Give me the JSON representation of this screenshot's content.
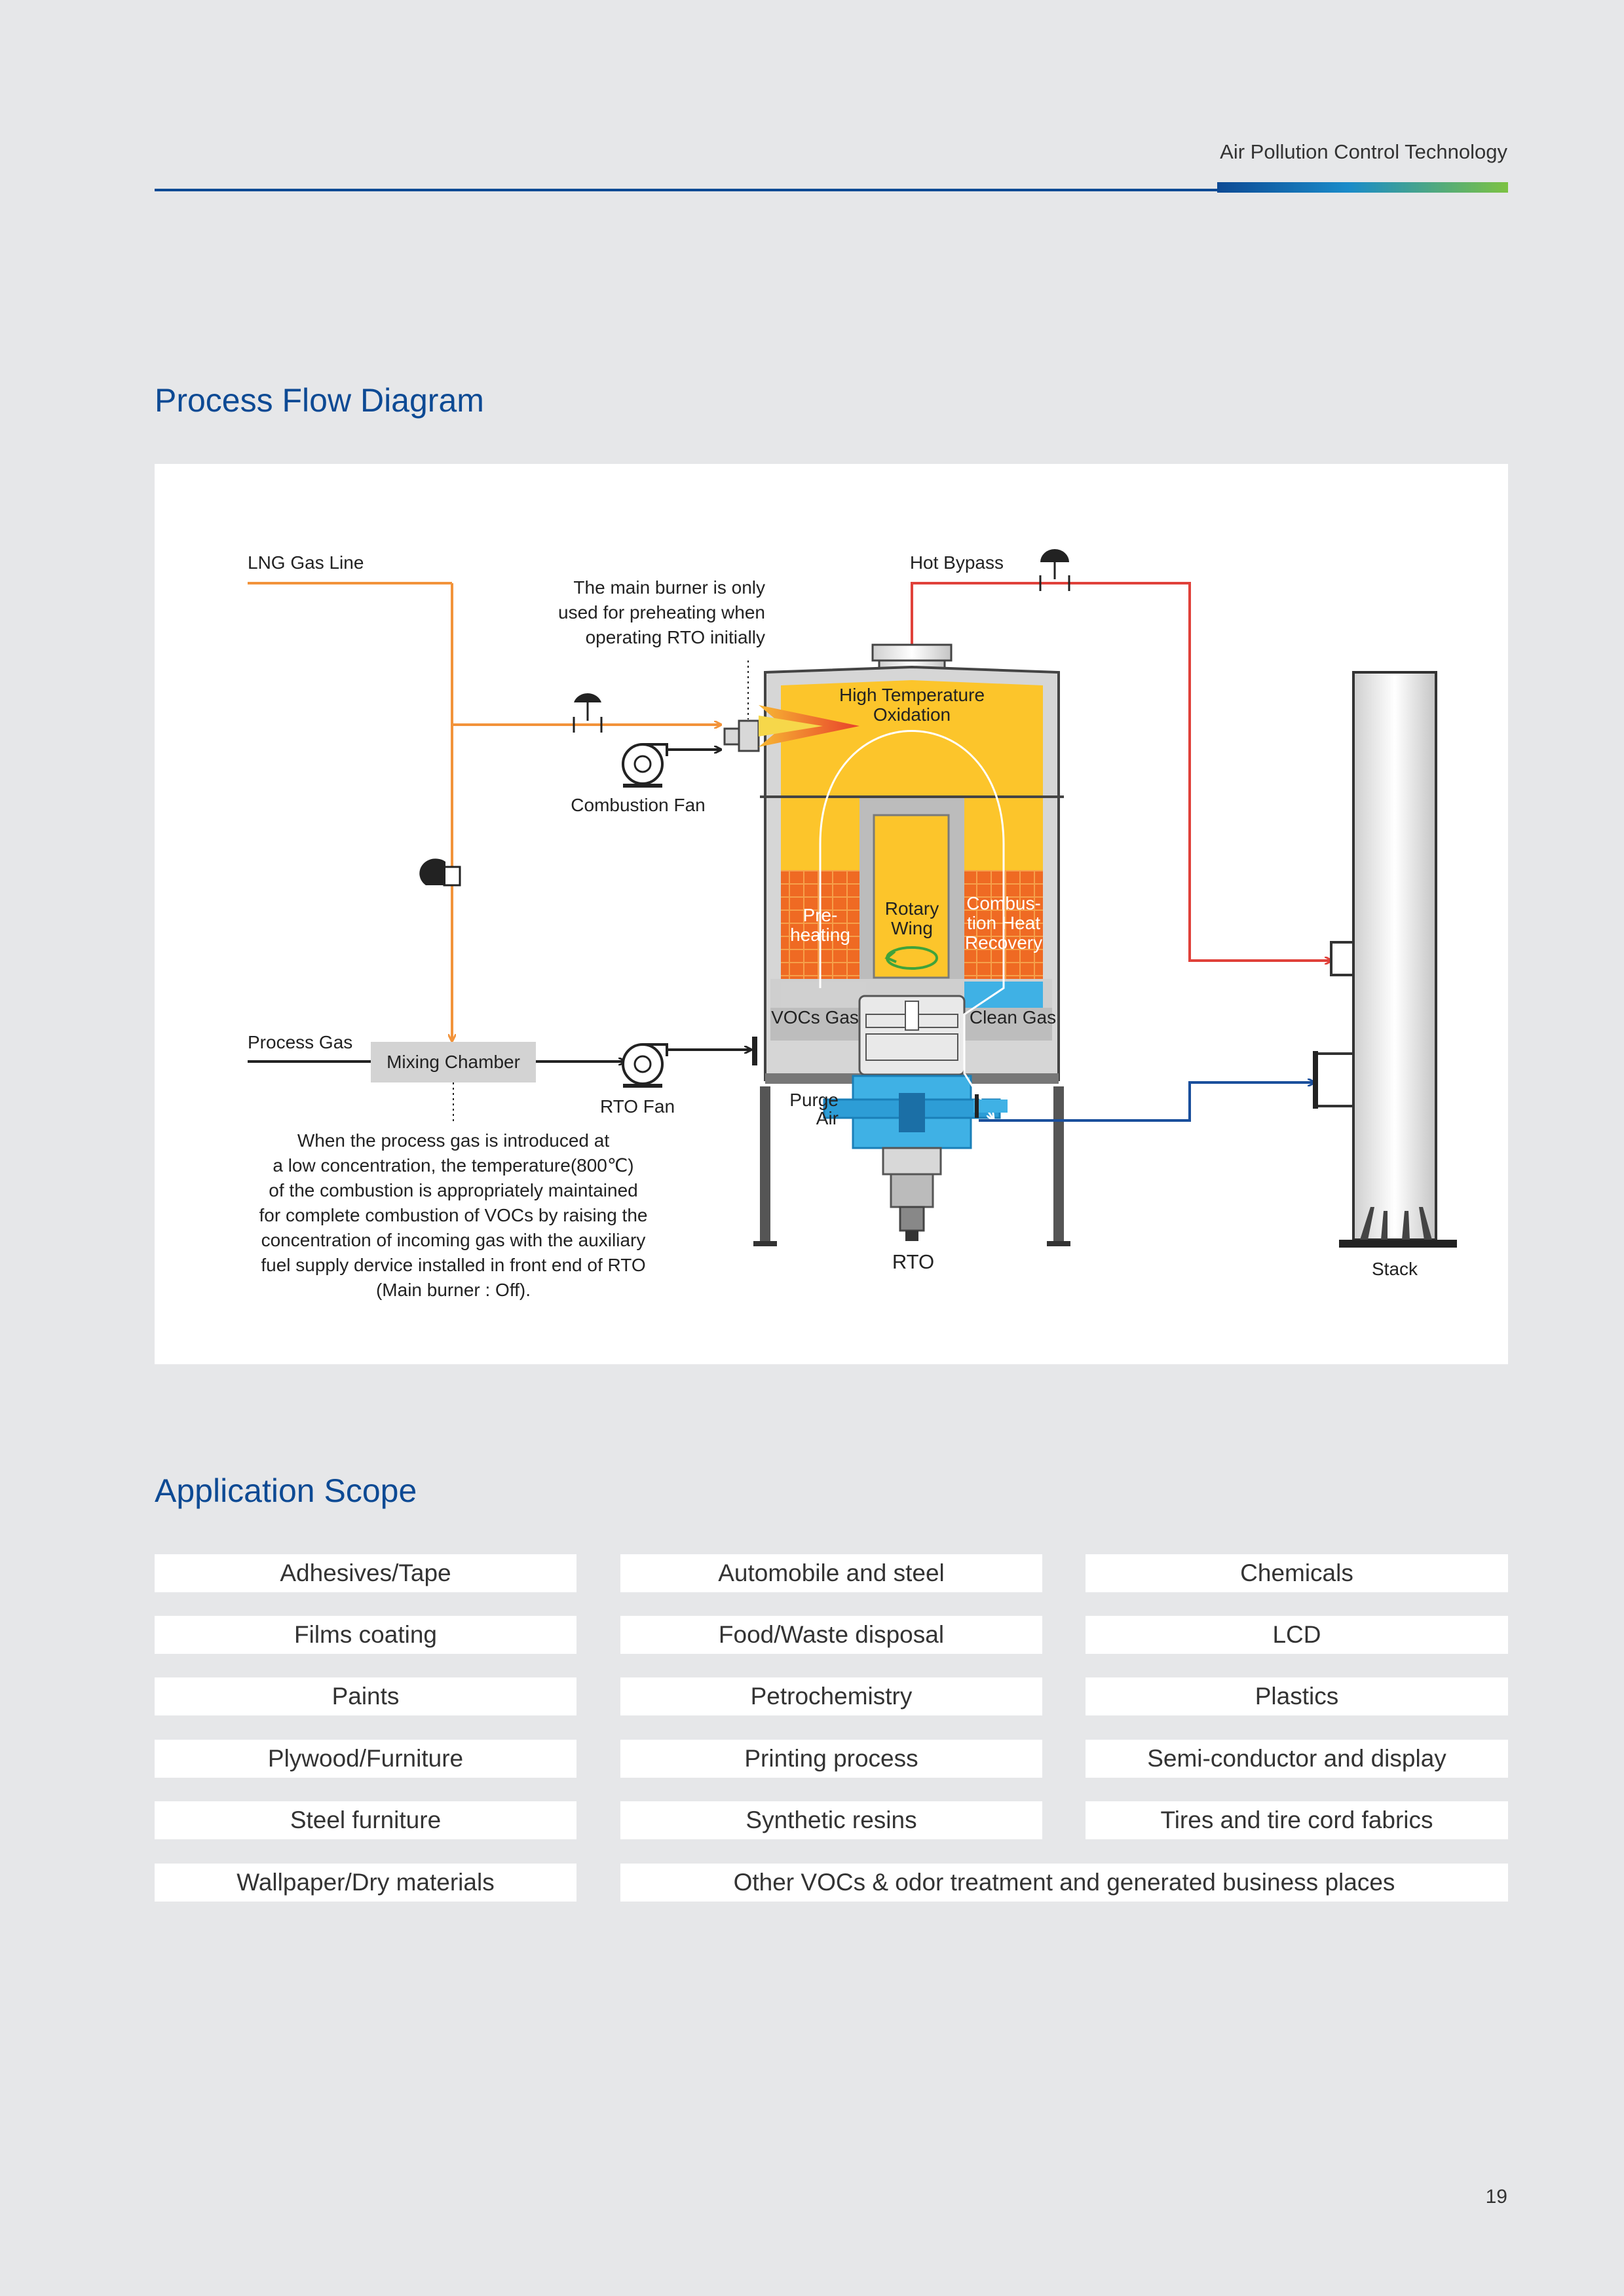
{
  "header": {
    "section": "Air Pollution Control Technology"
  },
  "process_flow": {
    "title": "Process Flow Diagram",
    "labels": {
      "lng_gas_line": "LNG Gas Line",
      "hot_bypass": "Hot Bypass",
      "burner_note": [
        "The main burner is only",
        "used for preheating when",
        "operating RTO initially"
      ],
      "high_temp": [
        "High Temperature",
        "Oxidation"
      ],
      "combustion_fan": "Combustion Fan",
      "preheating": [
        "Pre-",
        "heating"
      ],
      "rotary_wing": [
        "Rotary",
        "Wing"
      ],
      "combustion_heat_recovery": [
        "Combus-",
        "tion Heat",
        "Recovery"
      ],
      "vocs_gas": "VOCs Gas",
      "clean_gas": "Clean Gas",
      "process_gas": "Process Gas",
      "mixing_chamber": "Mixing Chamber",
      "rto_fan": "RTO Fan",
      "purge_air": [
        "Purge",
        "Air"
      ],
      "rto": "RTO",
      "stack": "Stack",
      "process_note": [
        "When the process gas is introduced at",
        "a low concentration, the temperature(800℃)",
        "of the combustion is appropriately maintained",
        "for complete combustion of VOCs by raising the",
        "concentration of incoming gas with the auxiliary",
        "fuel supply dervice installed in front end of RTO",
        "(Main burner : Off)."
      ]
    },
    "colors": {
      "lng_line": "#f2933a",
      "hot_bypass_line": "#e0413a",
      "clean_gas_line": "#1a4f9c",
      "oxidation": "#fcc52b",
      "media": "#ef6a23",
      "clean_gas": "#3fb1e5"
    }
  },
  "application_scope": {
    "title": "Application Scope",
    "rows": [
      [
        "Adhesives/Tape",
        "Automobile and steel",
        "Chemicals"
      ],
      [
        "Films coating",
        "Food/Waste disposal",
        "LCD"
      ],
      [
        "Paints",
        "Petrochemistry",
        "Plastics"
      ],
      [
        "Plywood/Furniture",
        "Printing process",
        "Semi-conductor and display"
      ],
      [
        "Steel furniture",
        "Synthetic resins",
        "Tires and tire cord fabrics"
      ]
    ],
    "last_row": [
      "Wallpaper/Dry materials",
      "Other VOCs & odor treatment and generated business places"
    ]
  },
  "page_number": "19"
}
